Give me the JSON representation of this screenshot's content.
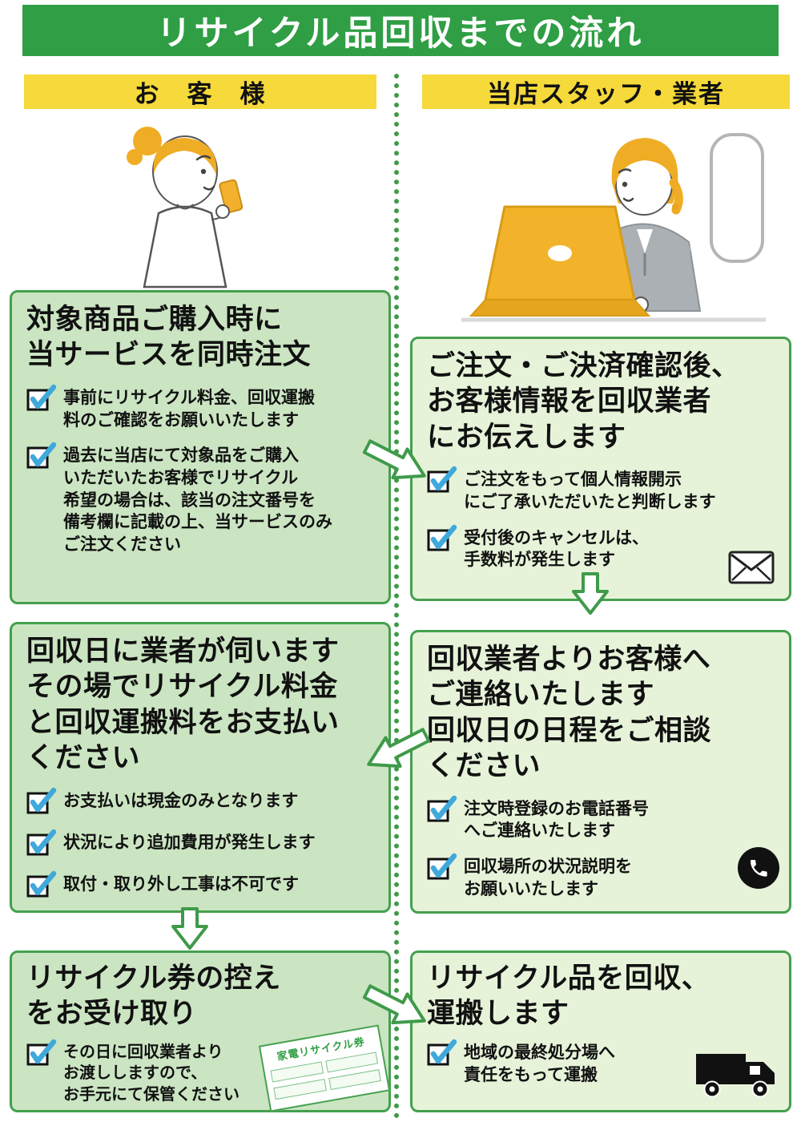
{
  "title": "リサイクル品回収までの流れ",
  "columns": {
    "left": {
      "header": "お　客　様"
    },
    "right": {
      "header": "当店スタッフ・業者"
    }
  },
  "steps": {
    "customer_order": {
      "title": "対象商品ご購入時に\n当サービスを同時注文",
      "items": [
        "事前にリサイクル料金、回収運搬\n料のご確認をお願いいたします",
        "過去に当店にて対象品をご購入\nいただいたお客様でリサイクル\n希望の場合は、該当の注文番号を\n備考欄に記載の上、当サービスのみ\nご注文ください"
      ]
    },
    "staff_confirm": {
      "title": "ご注文・ご決済確認後、\nお客様情報を回収業者\nにお伝えします",
      "items": [
        "ご注文をもって個人情報開示\nにご了承いただいたと判断します",
        "受付後のキャンセルは、\n手数料が発生します"
      ]
    },
    "customer_pay": {
      "title": "回収日に業者が伺います\nその場でリサイクル料金\nと回収運搬料をお支払い\nください",
      "items": [
        "お支払いは現金のみとなります",
        "状況により追加費用が発生します",
        "取付・取り外し工事は不可です"
      ]
    },
    "staff_contact": {
      "title": "回収業者よりお客様へ\nご連絡いたします\n回収日の日程をご相談\nください",
      "items": [
        "注文時登録のお電話番号\nへご連絡いたします",
        "回収場所の状況説明を\nお願いいたします"
      ]
    },
    "customer_ticket": {
      "title": "リサイクル券の控え\nをお受け取り",
      "items": [
        "その日に回収業者より\nお渡ししますので、\nお手元にて保管ください"
      ],
      "ticket_label": "家電リサイクル券"
    },
    "staff_collect": {
      "title": "リサイクル品を回収、\n運搬します",
      "items": [
        "地域の最終処分場へ\n責任をもって運搬"
      ]
    }
  },
  "icons": {
    "checkbox": "blue-checkmark-checkbox",
    "envelope": "mail-envelope",
    "phone": "telephone-handset-in-circle",
    "truck": "delivery-truck",
    "arrow": "outlined-green-flow-arrow"
  },
  "colors": {
    "banner_green": "#2f9e44",
    "header_yellow": "#f6d93a",
    "left_box_bg": "#cbe5c2",
    "right_box_bg": "#e6f3d9",
    "box_border": "#44a04e",
    "arrow_green": "#3f9a4a",
    "check_blue": "#3fa9dc"
  }
}
